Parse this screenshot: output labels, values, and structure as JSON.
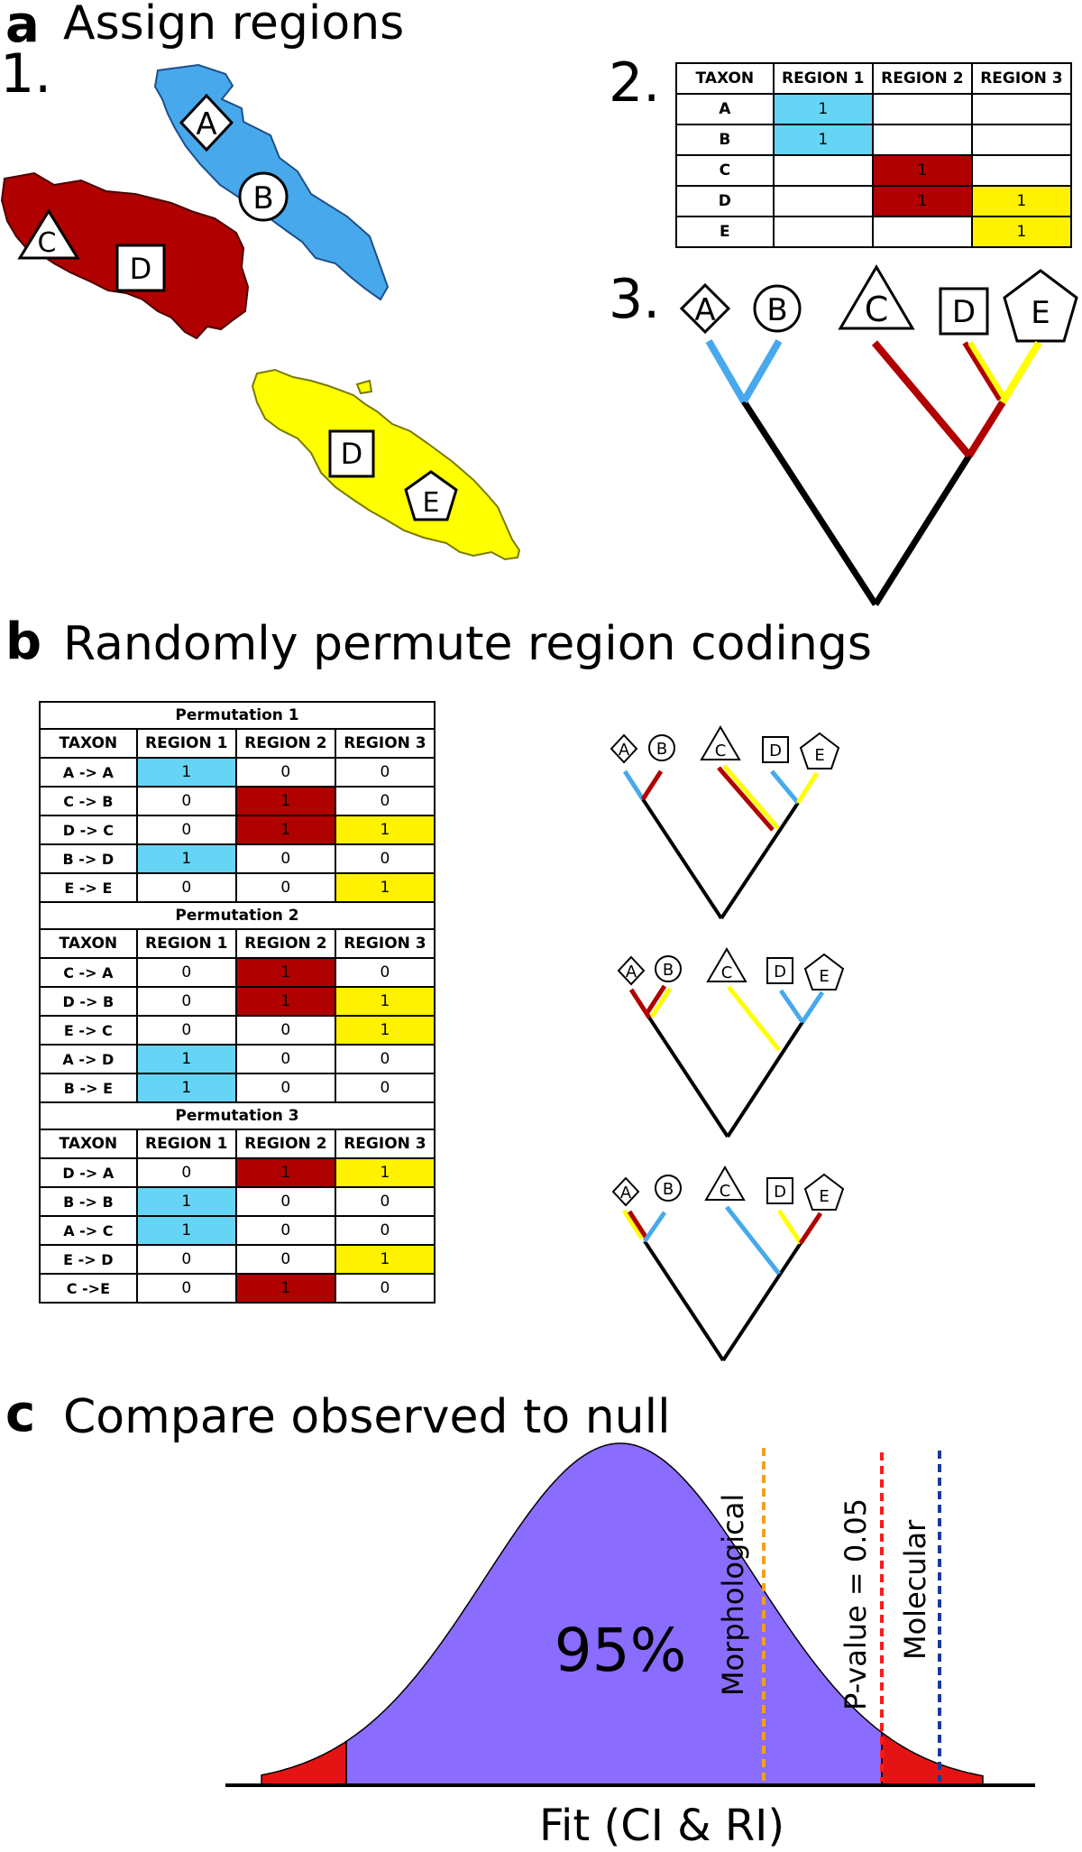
{
  "colors": {
    "blue": "#47a9ec",
    "cell_blue": "#66d4f4",
    "red": "#b00000",
    "yellow": "#ffff00",
    "purple": "#8a6cff",
    "tail_red": "#e41414",
    "orange": "#f0a020",
    "dashed_red": "#ff1a1a",
    "navy": "#1a3a9a"
  },
  "panel_a": {
    "letter": "a",
    "title": "Assign regions",
    "step1": "1.",
    "step2": "2.",
    "step3": "3.",
    "map_labels": {
      "A": "A",
      "B": "B",
      "C": "C",
      "D1": "D",
      "D2": "D",
      "E": "E"
    },
    "table": {
      "headers": [
        "TAXON",
        "REGION 1",
        "REGION 2",
        "REGION 3"
      ],
      "rows": [
        {
          "taxon": "A",
          "cells": [
            "1",
            "",
            ""
          ],
          "fills": [
            "blue",
            "",
            ""
          ]
        },
        {
          "taxon": "B",
          "cells": [
            "1",
            "",
            ""
          ],
          "fills": [
            "blue",
            "",
            ""
          ]
        },
        {
          "taxon": "C",
          "cells": [
            "",
            "1",
            ""
          ],
          "fills": [
            "",
            "red",
            ""
          ]
        },
        {
          "taxon": "D",
          "cells": [
            "",
            "1",
            "1"
          ],
          "fills": [
            "",
            "red",
            "yellow"
          ]
        },
        {
          "taxon": "E",
          "cells": [
            "",
            "",
            "1"
          ],
          "fills": [
            "",
            "",
            "yellow"
          ]
        }
      ]
    },
    "tree_labels": [
      "A",
      "B",
      "C",
      "D",
      "E"
    ]
  },
  "panel_b": {
    "letter": "b",
    "title": "Randomly permute region codings",
    "headers": [
      "TAXON",
      "REGION 1",
      "REGION 2",
      "REGION 3"
    ],
    "permutations": [
      {
        "title": "Permutation 1",
        "rows": [
          {
            "taxon": "A -> A",
            "cells": [
              "1",
              "0",
              "0"
            ],
            "fills": [
              "blue",
              "",
              ""
            ]
          },
          {
            "taxon": "C -> B",
            "cells": [
              "0",
              "1",
              "0"
            ],
            "fills": [
              "",
              "red",
              ""
            ]
          },
          {
            "taxon": "D -> C",
            "cells": [
              "0",
              "1",
              "1"
            ],
            "fills": [
              "",
              "red",
              "yellow"
            ]
          },
          {
            "taxon": "B -> D",
            "cells": [
              "1",
              "0",
              "0"
            ],
            "fills": [
              "blue",
              "",
              ""
            ]
          },
          {
            "taxon": "E -> E",
            "cells": [
              "0",
              "0",
              "1"
            ],
            "fills": [
              "",
              "",
              "yellow"
            ]
          }
        ]
      },
      {
        "title": "Permutation 2",
        "rows": [
          {
            "taxon": "C -> A",
            "cells": [
              "0",
              "1",
              "0"
            ],
            "fills": [
              "",
              "red",
              ""
            ]
          },
          {
            "taxon": "D -> B",
            "cells": [
              "0",
              "1",
              "1"
            ],
            "fills": [
              "",
              "red",
              "yellow"
            ]
          },
          {
            "taxon": "E -> C",
            "cells": [
              "0",
              "0",
              "1"
            ],
            "fills": [
              "",
              "",
              "yellow"
            ]
          },
          {
            "taxon": "A -> D",
            "cells": [
              "1",
              "0",
              "0"
            ],
            "fills": [
              "blue",
              "",
              ""
            ]
          },
          {
            "taxon": "B -> E",
            "cells": [
              "1",
              "0",
              "0"
            ],
            "fills": [
              "blue",
              "",
              ""
            ]
          }
        ]
      },
      {
        "title": "Permutation 3",
        "rows": [
          {
            "taxon": "D -> A",
            "cells": [
              "0",
              "1",
              "1"
            ],
            "fills": [
              "",
              "red",
              "yellow"
            ]
          },
          {
            "taxon": "B -> B",
            "cells": [
              "1",
              "0",
              "0"
            ],
            "fills": [
              "blue",
              "",
              ""
            ]
          },
          {
            "taxon": "A -> C",
            "cells": [
              "1",
              "0",
              "0"
            ],
            "fills": [
              "blue",
              "",
              ""
            ]
          },
          {
            "taxon": "E -> D",
            "cells": [
              "0",
              "0",
              "1"
            ],
            "fills": [
              "",
              "",
              "yellow"
            ]
          },
          {
            "taxon": "C ->E",
            "cells": [
              "0",
              "1",
              "0"
            ],
            "fills": [
              "",
              "red",
              ""
            ]
          }
        ]
      }
    ],
    "tree_labels": [
      "A",
      "B",
      "C",
      "D",
      "E"
    ]
  },
  "panel_c": {
    "letter": "c",
    "title": "Compare observed to null",
    "center_label": "95%",
    "xlabel": "Fit (CI & RI)",
    "line_labels": {
      "morphological": "Morphological",
      "pvalue": "P-value = 0.05",
      "molecular": "Molecular"
    }
  }
}
